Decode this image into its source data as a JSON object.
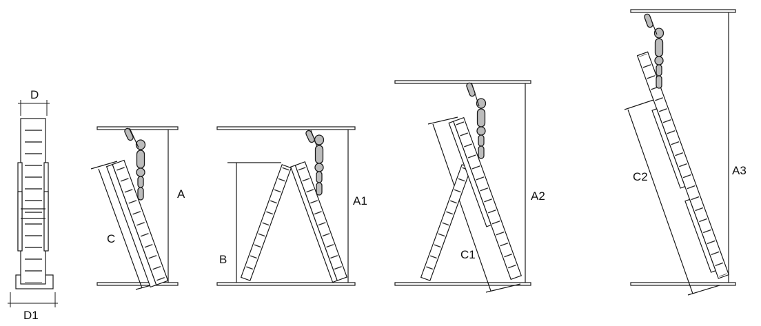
{
  "labels": {
    "d": "D",
    "d1": "D1",
    "a": "A",
    "c": "C",
    "b": "B",
    "a1": "A1",
    "a2": "A2",
    "c1": "C1",
    "a3": "A3",
    "c2": "C2"
  }
}
